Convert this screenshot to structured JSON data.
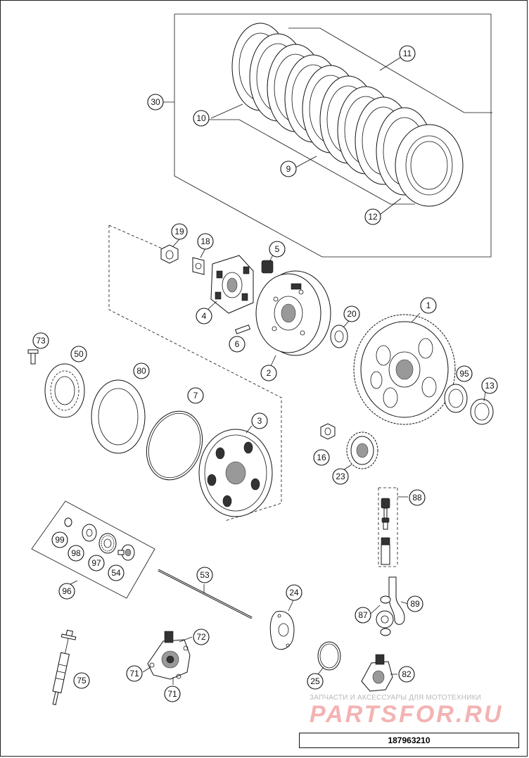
{
  "diagram": {
    "callouts": [
      {
        "id": "30",
        "label": "30"
      },
      {
        "id": "10",
        "label": "10"
      },
      {
        "id": "11",
        "label": "11"
      },
      {
        "id": "9",
        "label": "9"
      },
      {
        "id": "12",
        "label": "12"
      },
      {
        "id": "19",
        "label": "19"
      },
      {
        "id": "18",
        "label": "18"
      },
      {
        "id": "5",
        "label": "5"
      },
      {
        "id": "4",
        "label": "4"
      },
      {
        "id": "6",
        "label": "6"
      },
      {
        "id": "2",
        "label": "2"
      },
      {
        "id": "20",
        "label": "20"
      },
      {
        "id": "1",
        "label": "1"
      },
      {
        "id": "73",
        "label": "73"
      },
      {
        "id": "50",
        "label": "50"
      },
      {
        "id": "80",
        "label": "80"
      },
      {
        "id": "7",
        "label": "7"
      },
      {
        "id": "3",
        "label": "3"
      },
      {
        "id": "95",
        "label": "95"
      },
      {
        "id": "13",
        "label": "13"
      },
      {
        "id": "16",
        "label": "16"
      },
      {
        "id": "23",
        "label": "23"
      },
      {
        "id": "88",
        "label": "88"
      },
      {
        "id": "99",
        "label": "99"
      },
      {
        "id": "98",
        "label": "98"
      },
      {
        "id": "97",
        "label": "97"
      },
      {
        "id": "54",
        "label": "54"
      },
      {
        "id": "96",
        "label": "96"
      },
      {
        "id": "53",
        "label": "53"
      },
      {
        "id": "24",
        "label": "24"
      },
      {
        "id": "89",
        "label": "89"
      },
      {
        "id": "87",
        "label": "87"
      },
      {
        "id": "72",
        "label": "72"
      },
      {
        "id": "71a",
        "label": "71"
      },
      {
        "id": "71b",
        "label": "71"
      },
      {
        "id": "75",
        "label": "75"
      },
      {
        "id": "25",
        "label": "25"
      },
      {
        "id": "82",
        "label": "82"
      }
    ],
    "drawing_code": "187963210"
  },
  "watermark": {
    "tagline": "ЗАПЧАСТИ И АКСЕССУАРЫ ДЛЯ МОТОТЕХНИКИ",
    "logo": "PARTSFOR.RU"
  }
}
